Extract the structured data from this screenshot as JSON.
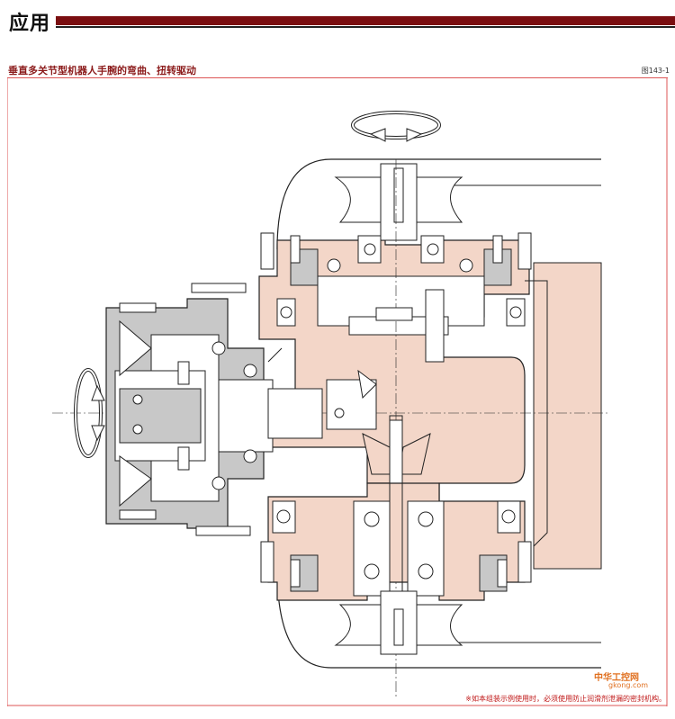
{
  "header": {
    "section_title": "应用"
  },
  "figure": {
    "subtitle": "垂直多关节型机器人手腕的弯曲、扭转驱动",
    "figure_number": "图143-1",
    "footnote": "※如本组装示例使用时，必须使用防止润滑剂泄漏的密封机构。"
  },
  "watermark": {
    "line1": "中华工控网",
    "line2": "gkong.com"
  },
  "colors": {
    "accent": "#7a0e10",
    "fill": "#f3d6c8",
    "gray": "#c8c8c8",
    "line": "#222222"
  }
}
